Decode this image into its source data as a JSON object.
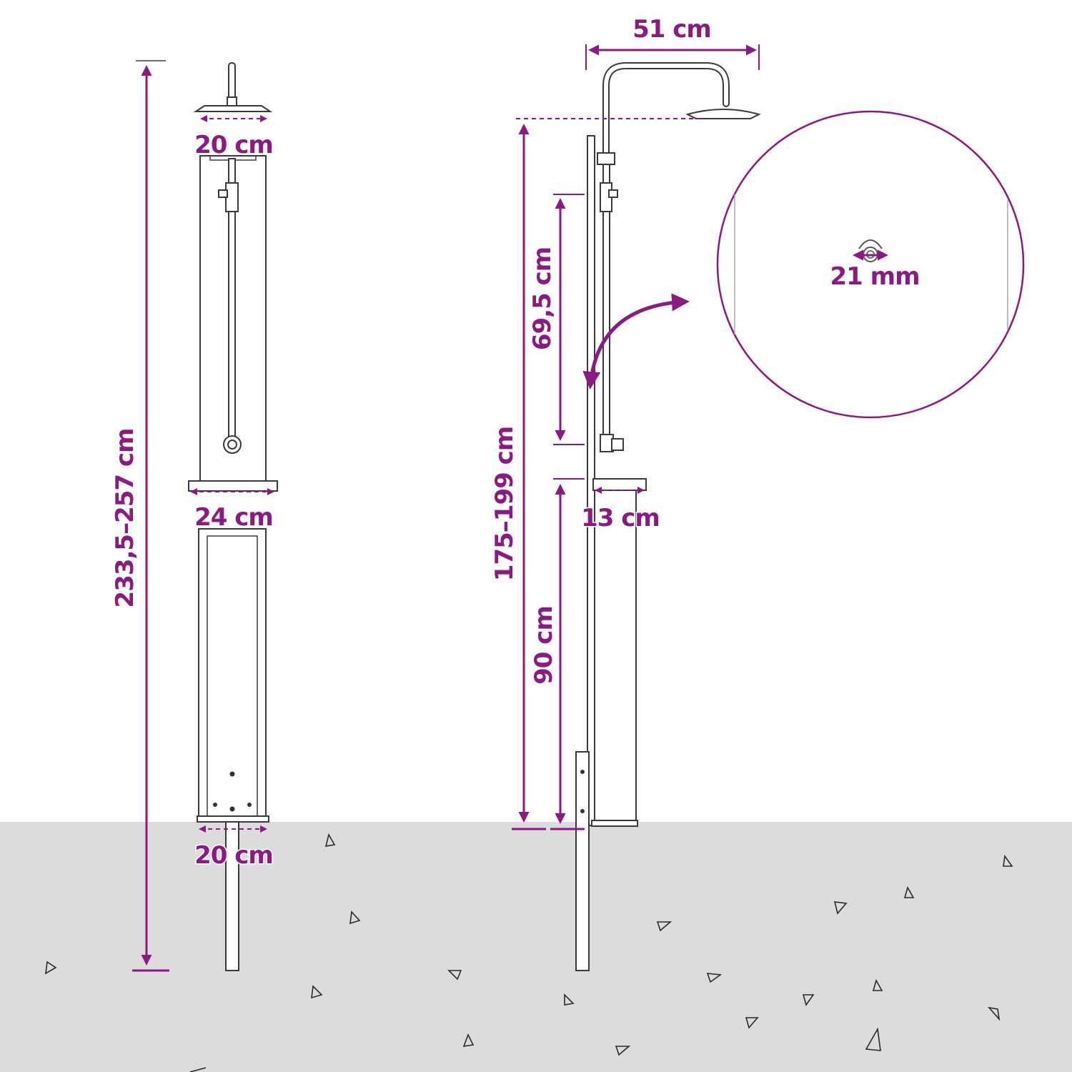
{
  "diagram": {
    "accent_color": "#8c1a83",
    "ground_color": "#dcdcdc",
    "front_view": {
      "height_label": "233,5–257 cm",
      "shower_head_width_label": "20 cm",
      "shelf_width_label": "24 cm",
      "base_width_label": "20 cm"
    },
    "side_view": {
      "arm_width_label": "51 cm",
      "head_height_label": "175–199 cm",
      "upper_section_label": "69,5 cm",
      "lower_section_label": "90 cm",
      "shelf_depth_label": "13 cm"
    },
    "detail": {
      "pipe_diameter_label": "21 mm"
    }
  }
}
